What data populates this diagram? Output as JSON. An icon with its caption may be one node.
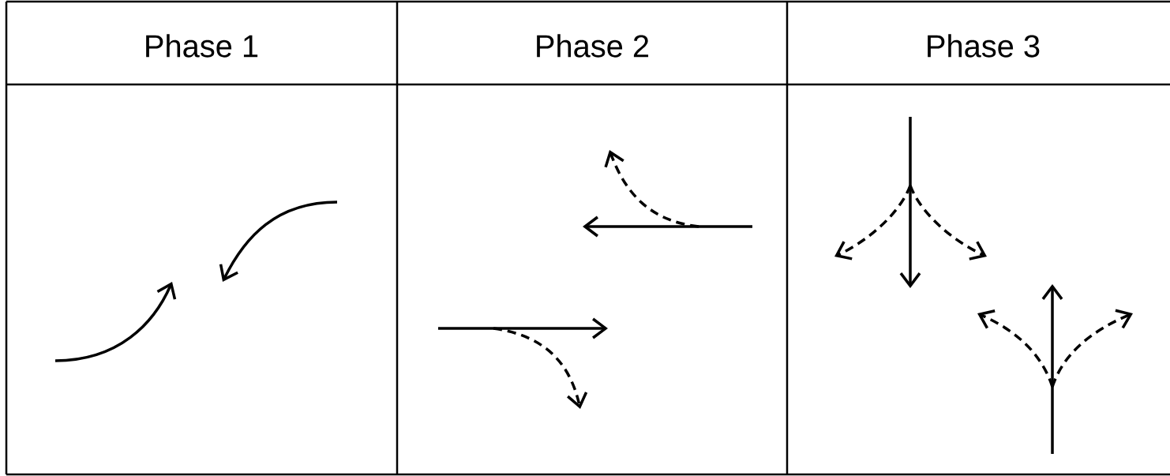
{
  "diagram": {
    "labels": [
      "Phase 1",
      "Phase 2",
      "Phase 3"
    ]
  }
}
